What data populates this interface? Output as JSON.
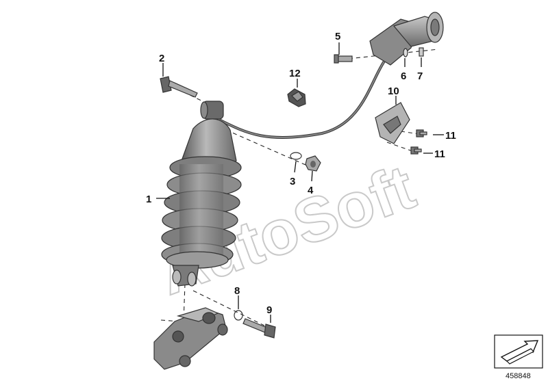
{
  "callouts": [
    {
      "id": "1",
      "text": "1"
    },
    {
      "id": "2",
      "text": "2"
    },
    {
      "id": "3",
      "text": "3"
    },
    {
      "id": "4",
      "text": "4"
    },
    {
      "id": "5",
      "text": "5"
    },
    {
      "id": "6",
      "text": "6"
    },
    {
      "id": "7",
      "text": "7"
    },
    {
      "id": "8",
      "text": "8"
    },
    {
      "id": "9",
      "text": "9"
    },
    {
      "id": "10",
      "text": "10"
    },
    {
      "id": "11a",
      "text": "11"
    },
    {
      "id": "11b",
      "text": "11"
    },
    {
      "id": "12",
      "text": "12"
    }
  ],
  "watermark": "AutoSoft",
  "diagram_number": "458848",
  "colors": {
    "part_dark": "#6e6e6e",
    "part_mid": "#9a9a9a",
    "part_light": "#cfcfcf",
    "watermark": "#d9d9d9",
    "ink": "#111111"
  }
}
